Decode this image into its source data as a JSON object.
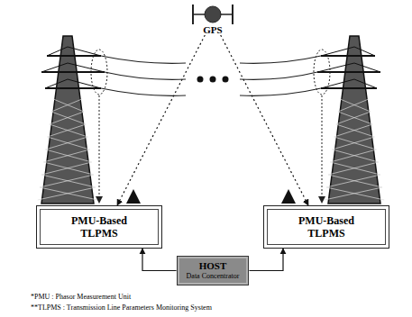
{
  "diagram": {
    "nodes": [
      {
        "text": [
          "GPS"
        ]
      },
      {
        "text": [
          "PMU-Based TLPMS"
        ]
      },
      {
        "text": [
          "PMU-Based TLPMS"
        ]
      },
      {
        "text": [
          "HOST",
          "Data Concentrator"
        ]
      }
    ],
    "edges": [
      {
        "from": 0,
        "to": 1,
        "arrow": "to"
      },
      {
        "from": 0,
        "to": 2,
        "arrow": "to"
      },
      {
        "from": 3,
        "to": 1,
        "arrow": "to"
      },
      {
        "from": 3,
        "to": 2,
        "arrow": "to"
      }
    ],
    "labels": [
      "*PMU : Phasor Measurement Unit",
      "**TLPMS : Transmission Line Parameters Monitoring System"
    ]
  }
}
